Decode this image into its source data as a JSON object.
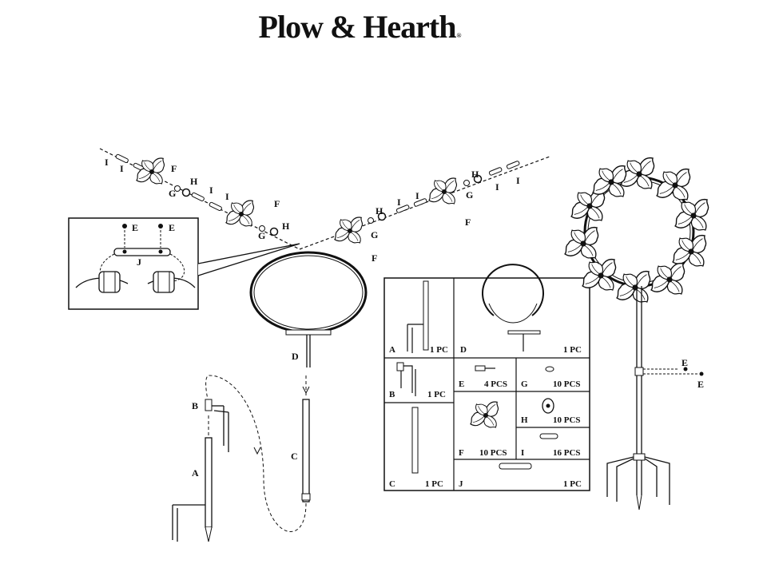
{
  "brand": {
    "name": "Plow & Hearth",
    "mark": "®"
  },
  "exploded_labels": {
    "left_arm": [
      "I",
      "I",
      "F",
      "H",
      "G",
      "I",
      "I",
      "F",
      "G",
      "H"
    ],
    "right_arm": [
      "F",
      "G",
      "H",
      "I",
      "I",
      "F",
      "G",
      "H",
      "I",
      "I"
    ],
    "center_f": "F"
  },
  "inset": {
    "e_left": "E",
    "e_right": "E",
    "j": "J"
  },
  "assembly_labels": {
    "a": "A",
    "b": "B",
    "c": "C",
    "d": "D"
  },
  "right_view_labels": {
    "e_top": "E",
    "e_bottom": "E"
  },
  "parts": [
    {
      "letter": "A",
      "qty": "1 PC"
    },
    {
      "letter": "D",
      "qty": "1 PC"
    },
    {
      "letter": "B",
      "qty": "1 PC"
    },
    {
      "letter": "E",
      "qty": "4 PCS"
    },
    {
      "letter": "G",
      "qty": "10 PCS"
    },
    {
      "letter": "F",
      "qty": "10 PCS"
    },
    {
      "letter": "H",
      "qty": "10 PCS"
    },
    {
      "letter": "I",
      "qty": "16 PCS"
    },
    {
      "letter": "C",
      "qty": "1 PC"
    },
    {
      "letter": "J",
      "qty": "1 PC"
    }
  ]
}
